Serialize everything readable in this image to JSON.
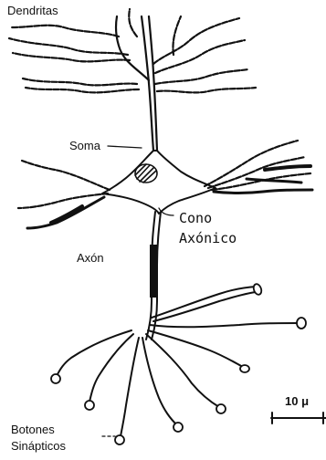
{
  "labels": {
    "dendritas": "Dendritas",
    "soma": "Soma",
    "cono_line1": "Cono",
    "cono_line2": "Axónico",
    "axon": "Axón",
    "botones_line1": "Botones",
    "botones_line2": "Sinápticos"
  },
  "scale_bar": {
    "label": "10 μ"
  },
  "colors": {
    "ink": "#111111",
    "background": "#ffffff"
  }
}
